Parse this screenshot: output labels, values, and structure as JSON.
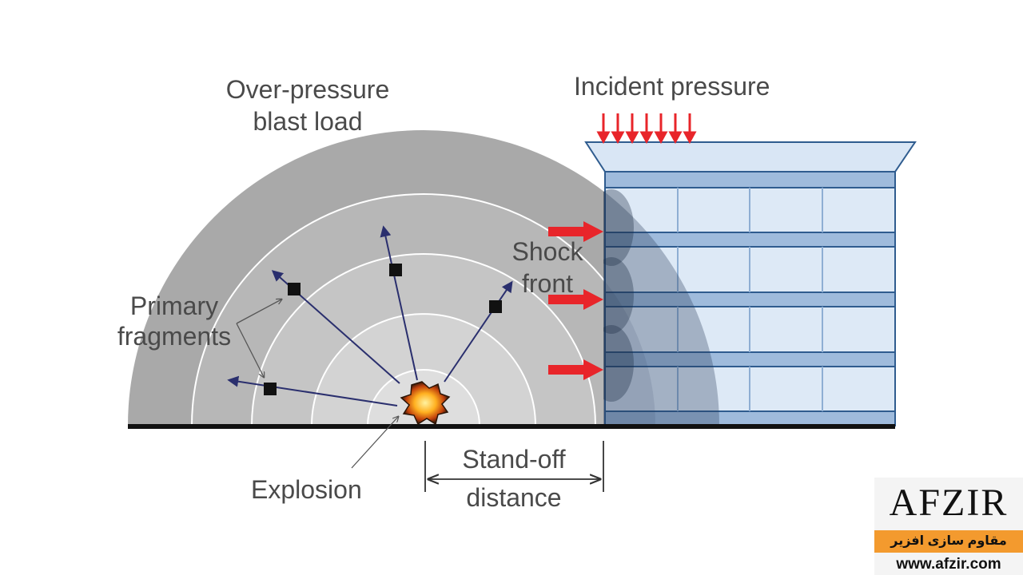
{
  "labels": {
    "overpressure_line1": "Over-pressure",
    "overpressure_line2": "blast load",
    "incident_pressure": "Incident pressure",
    "shock_front_line1": "Shock",
    "shock_front_line2": "front",
    "primary_fragments_line1": "Primary",
    "primary_fragments_line2": "fragments",
    "explosion": "Explosion",
    "standoff_line1": "Stand-off",
    "standoff_line2": "distance"
  },
  "logo": {
    "brand": "AFZIR",
    "tagline": "مقاوم سازی افزیر",
    "url": "www.afzir.com"
  },
  "colors": {
    "blast_zone": "#a9a9a9",
    "building_fill": "#d9e6f5",
    "building_stroke": "#2f5c8f",
    "arrow_red": "#e8252a",
    "fragment_arrow": "#2a2f6e",
    "logo_band": "#f39a2e"
  }
}
